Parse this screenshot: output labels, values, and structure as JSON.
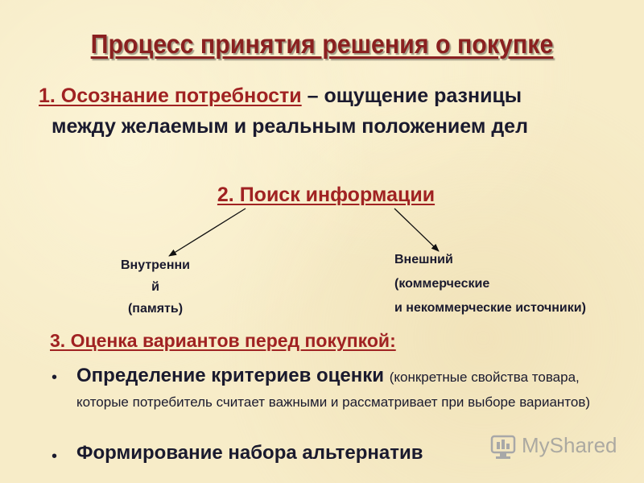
{
  "title": "Процесс принятия решения о покупке",
  "step1": {
    "term": "1. Осознание потребности",
    "definition_line1": " – ощущение разницы",
    "definition_line2": "между желаемым и реальным положением дел"
  },
  "step2": {
    "title": "2. Поиск информации",
    "internal": {
      "line1": "Внутренни",
      "line2": "й",
      "line3": "(память)"
    },
    "external": {
      "line1": "Внешний",
      "line2": "(коммерческие",
      "line3": "и некоммерческие источники)"
    }
  },
  "step3": {
    "title": "3. Оценка вариантов перед покупкой:",
    "bullets": [
      {
        "main": "Определение критериев оценки ",
        "detail": "(конкретные свойства товара, которые потребитель считает важными и рассматривает при выборе вариантов)"
      },
      {
        "main": "Формирование набора альтернатив"
      }
    ],
    "bullet_char": "•"
  },
  "watermark": "MyShared",
  "colors": {
    "background": "#f7ecc8",
    "accent": "#a02222",
    "text": "#1a1a2e"
  }
}
